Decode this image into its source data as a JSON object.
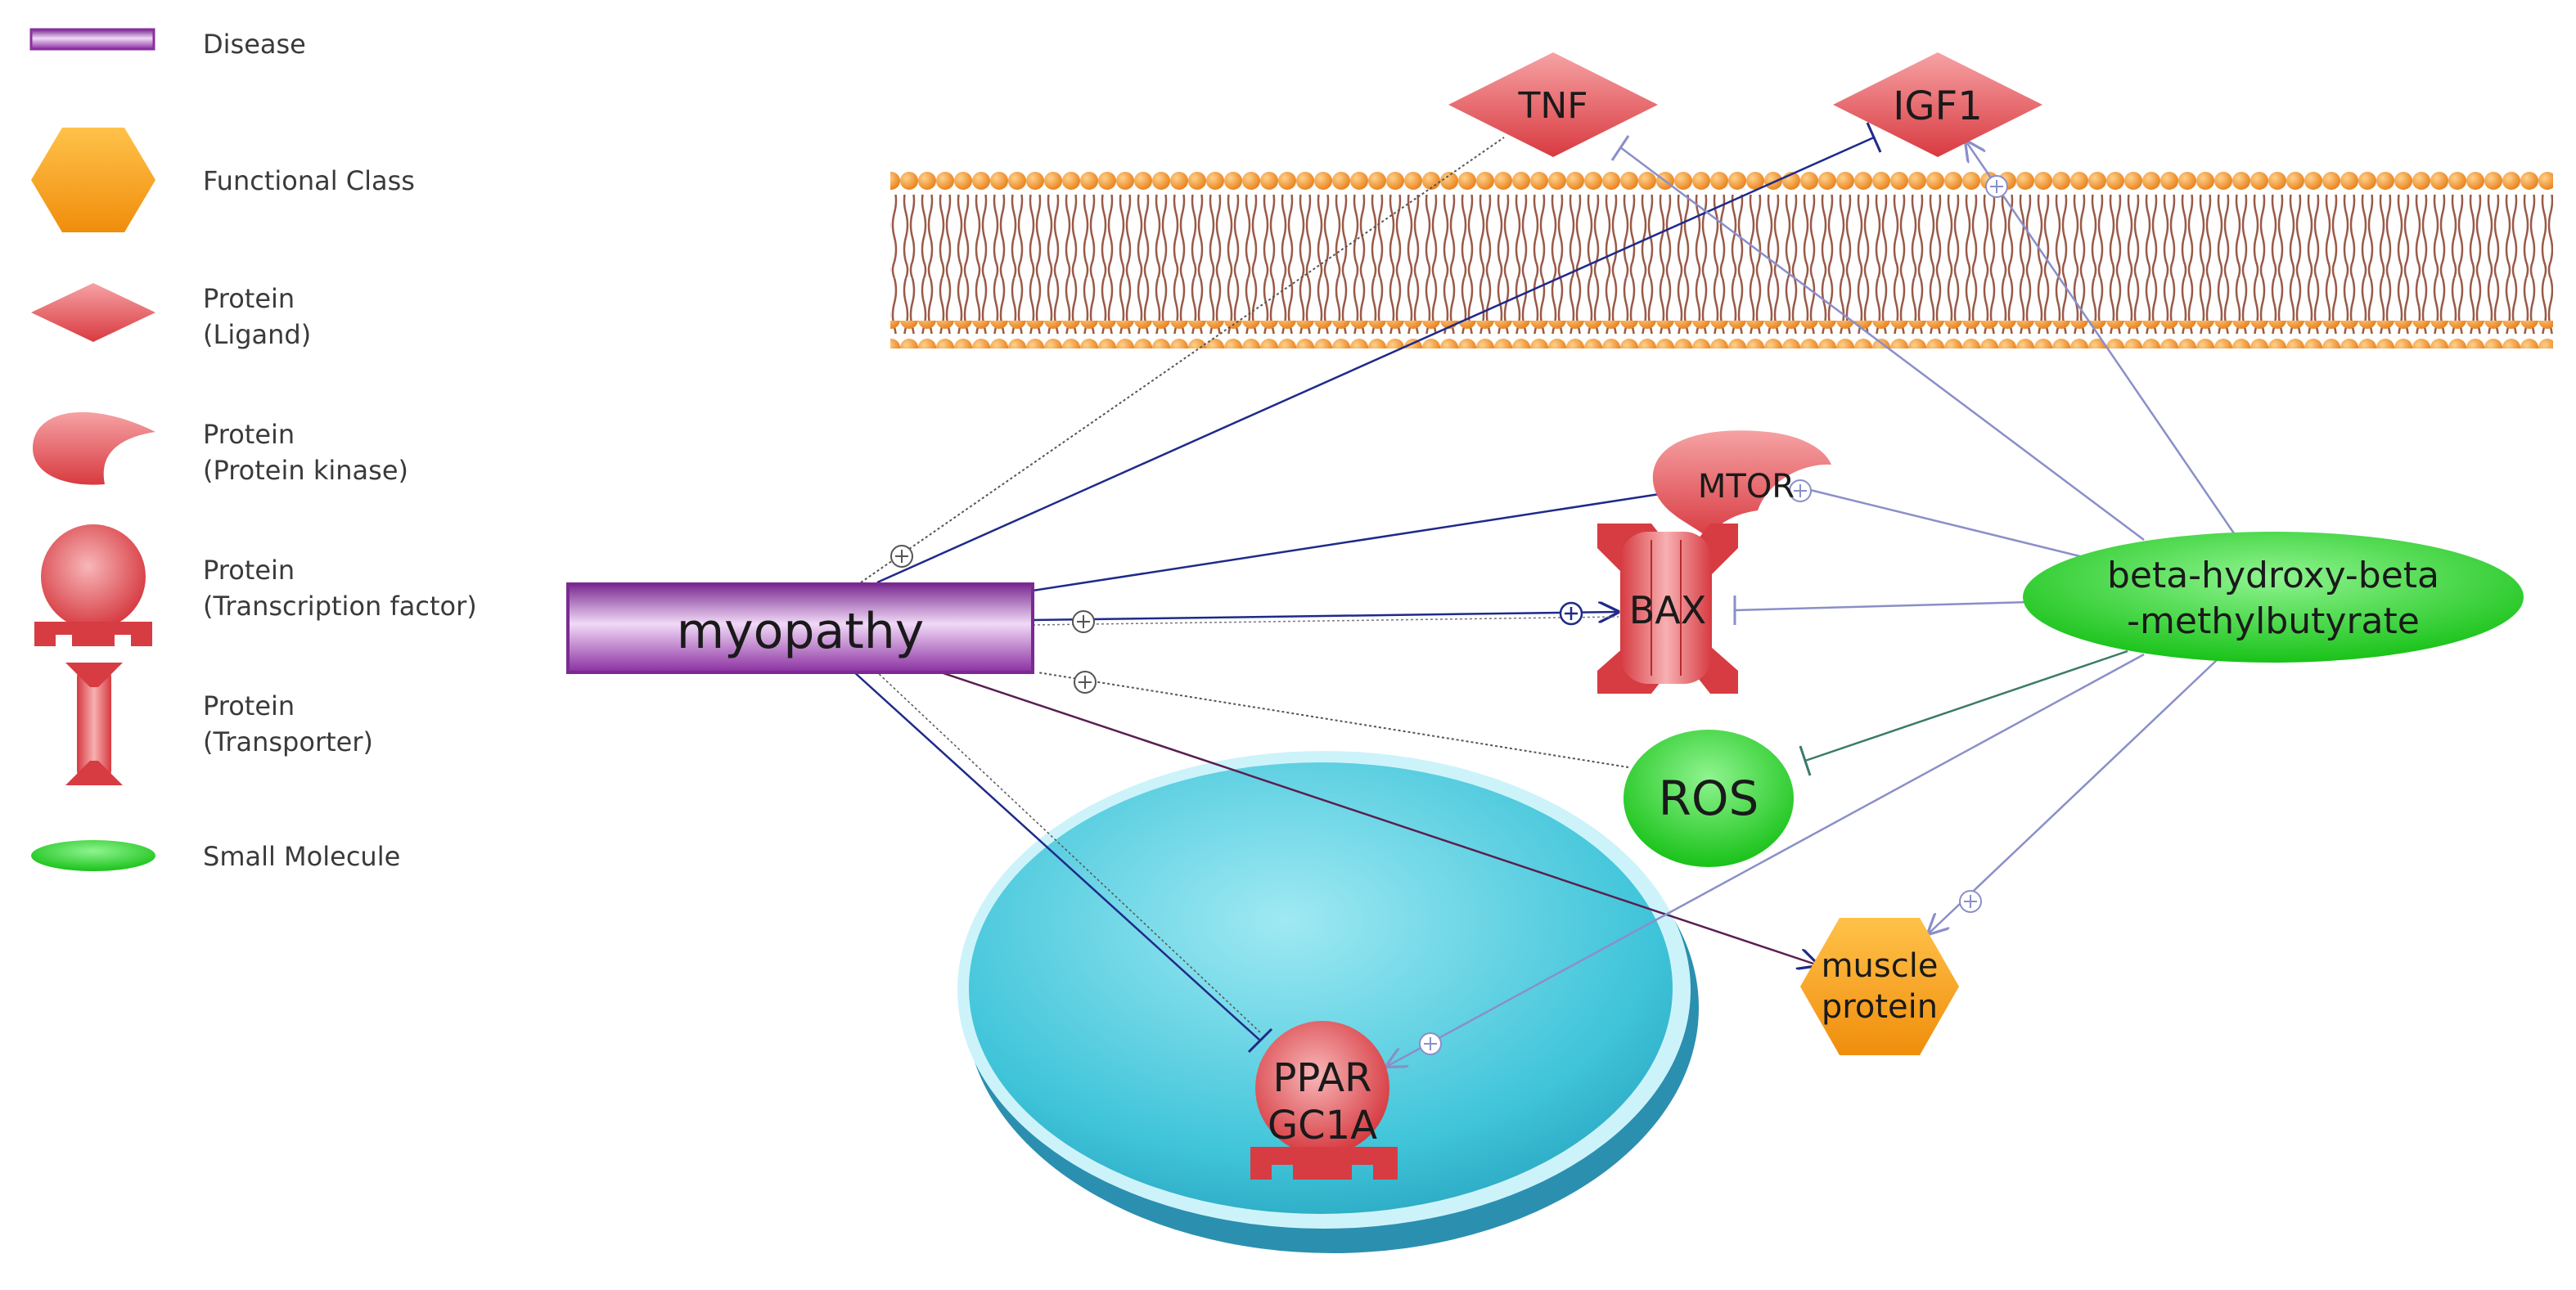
{
  "legend": {
    "disease": "Disease",
    "functional_class": "Functional Class",
    "ligand_line1": "Protein",
    "ligand_line2": "(Ligand)",
    "kinase_line1": "Protein",
    "kinase_line2": "(Protein kinase)",
    "tf_line1": "Protein",
    "tf_line2": "(Transcription factor)",
    "transporter_line1": "Protein",
    "transporter_line2": "(Transporter)",
    "small_molecule": "Small Molecule"
  },
  "nodes": {
    "tnf": "TNF",
    "igf1": "IGF1",
    "mtor": "MTOR",
    "bax": "BAX",
    "myopathy": "myopathy",
    "hmb_line1": "beta-hydroxy-beta",
    "hmb_line2": "-methylbutyrate",
    "ros": "ROS",
    "muscle_line1": "muscle",
    "muscle_line2": "protein",
    "ppar_line1": "PPAR",
    "ppar_line2": "GC1A"
  },
  "colors": {
    "disease": "#9b3fb0",
    "functional_class": "#f5a623",
    "protein": "#e0474c",
    "small_molecule": "#2ecc2e",
    "membrane": "#f08a24",
    "nucleus": "#5fd4e6",
    "edge_dark": "#1f2a8a",
    "edge_light": "#8a8fc8"
  }
}
